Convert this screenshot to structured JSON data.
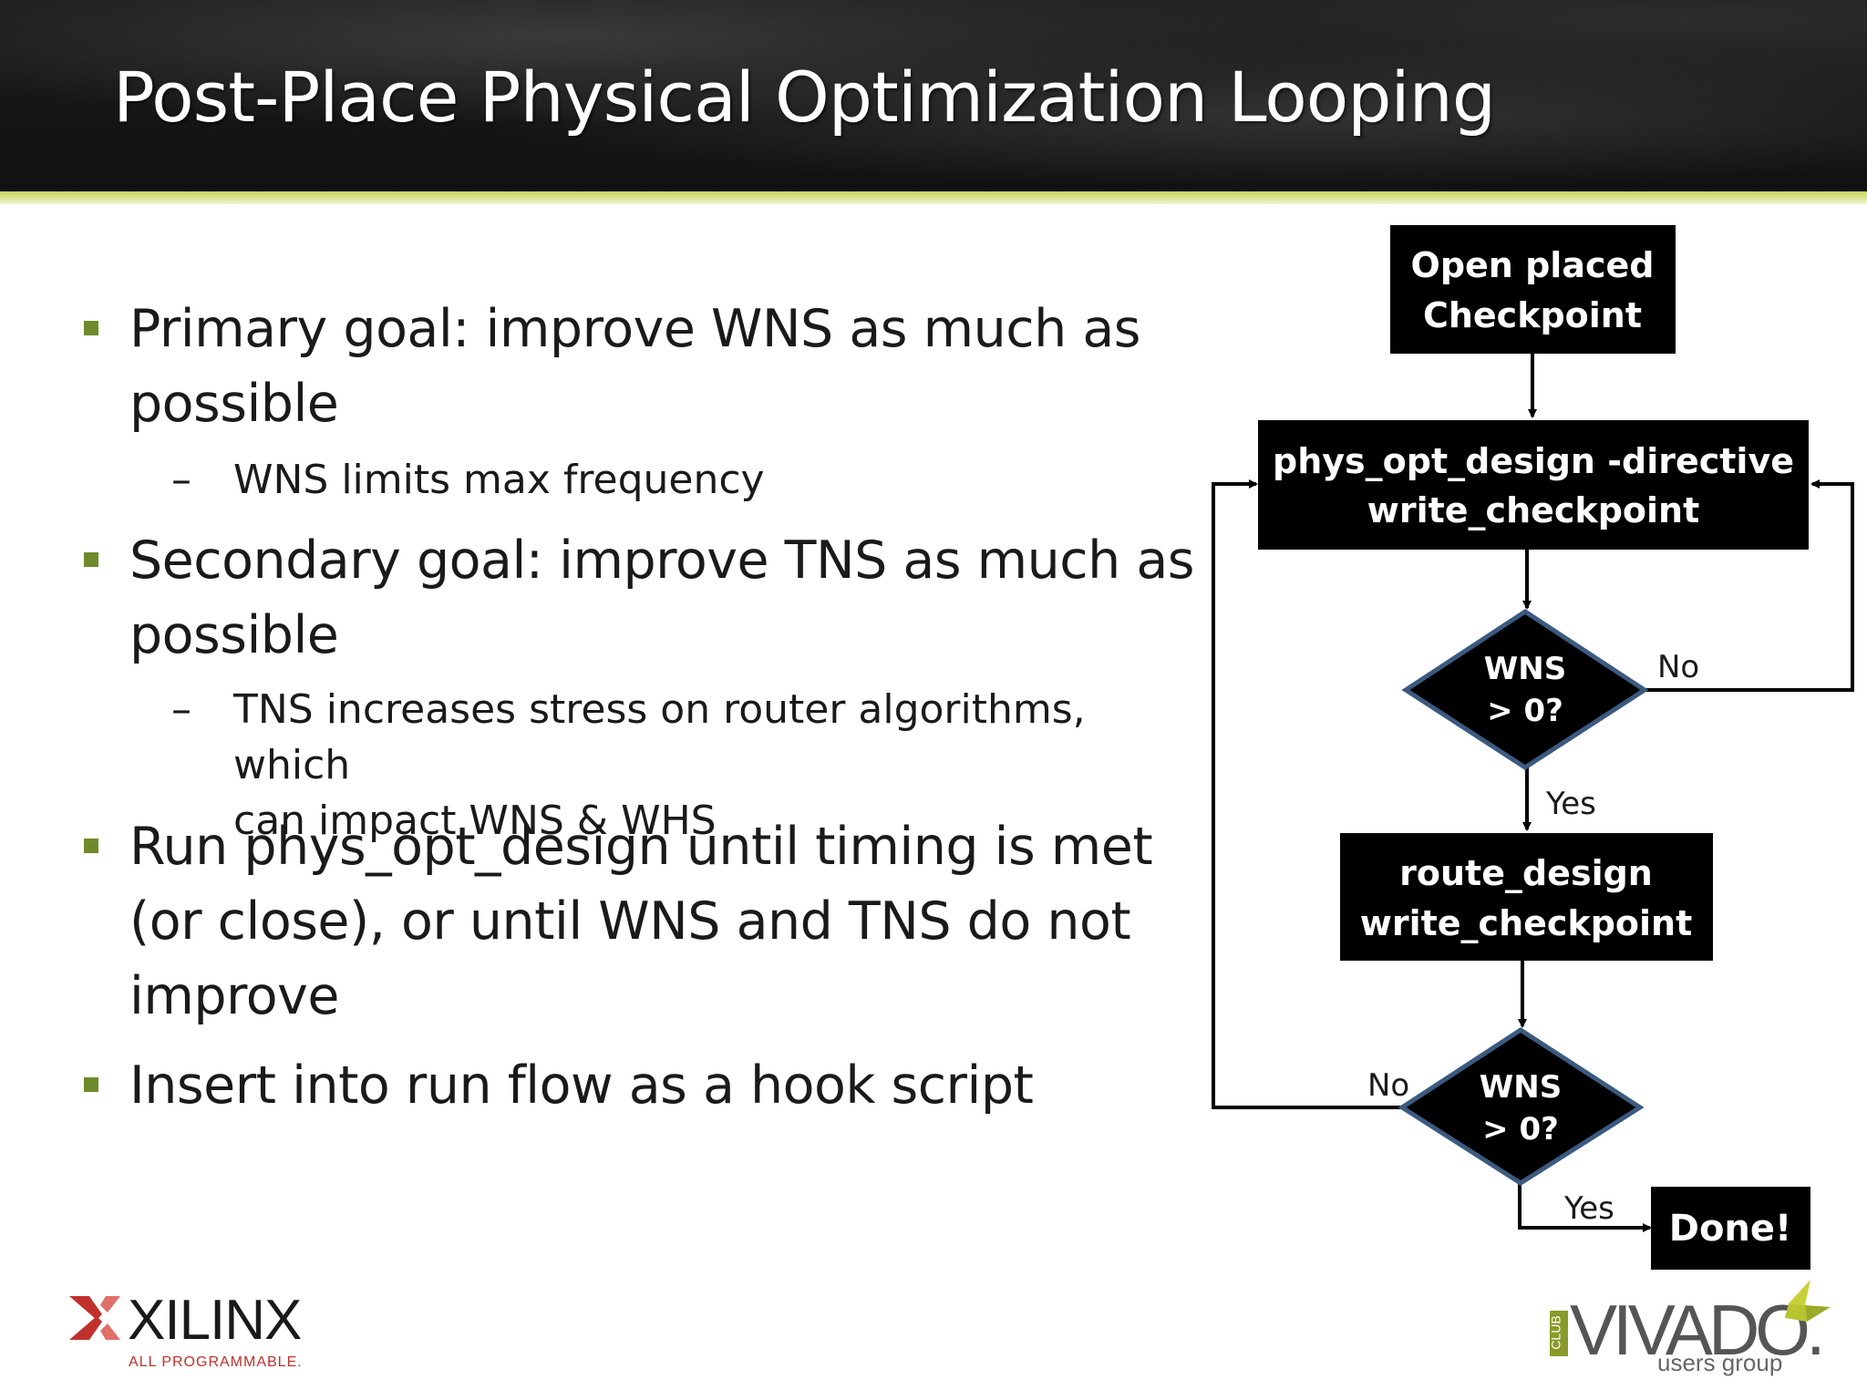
{
  "slide": {
    "title": "Post-Place Physical Optimization Looping"
  },
  "bullets": [
    {
      "text": "Primary goal: improve WNS as much as possible",
      "line1": "Primary goal: improve WNS as much as",
      "line2": "possible",
      "sub": [
        "WNS limits max frequency"
      ]
    },
    {
      "text": "Secondary goal: improve TNS as much as possible",
      "line1": "Secondary goal: improve TNS as much as",
      "line2": "possible",
      "sub_line1": "TNS increases stress on router algorithms, which",
      "sub_line2": "can impact WNS & WHS"
    },
    {
      "line1": "Run phys_opt_design until timing is met",
      "line2": "(or close), or until WNS and TNS do not",
      "line3": "improve"
    },
    {
      "line1": "Insert into run flow as a hook script"
    }
  ],
  "sub_dash": "–",
  "flowchart": {
    "box_open_line1": "Open placed",
    "box_open_line2": "Checkpoint",
    "box_physopt_line1": "phys_opt_design -directive",
    "box_physopt_line2": "write_checkpoint",
    "decision1_line1": "WNS",
    "decision1_line2": "> 0?",
    "decision1_no": "No",
    "decision1_yes": "Yes",
    "box_route_line1": "route_design",
    "box_route_line2": "write_checkpoint",
    "decision2_line1": "WNS",
    "decision2_line2": "> 0?",
    "decision2_no": "No",
    "decision2_yes": "Yes",
    "box_done": "Done!"
  },
  "logos": {
    "xilinx_word": "XILINX",
    "xilinx_tag": "ALL PROGRAMMABLE.",
    "vivado_club": "CLUB",
    "vivado_word": "VIVADO.",
    "vivado_sub": "users group"
  },
  "colors": {
    "bullet_square": "#6f8a2c",
    "header_accent": "#c6d45a",
    "diamond_border": "#3b5a80",
    "xilinx_red": "#c0312b"
  }
}
